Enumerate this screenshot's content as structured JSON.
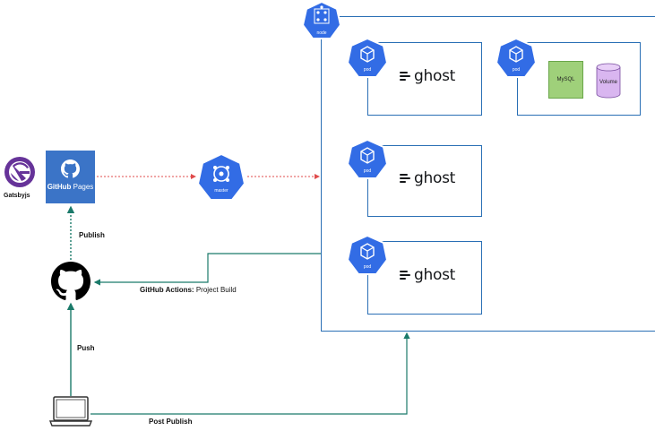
{
  "gatsby": {
    "label": "Gatsbyjs"
  },
  "github_pages": {
    "label_bold": "GitHub",
    "label_light": "Pages"
  },
  "master": {
    "label": "master"
  },
  "node": {
    "label": "node"
  },
  "pods": [
    {
      "label": "pod",
      "app": "ghost"
    },
    {
      "label": "pod",
      "app": "ghost"
    },
    {
      "label": "pod",
      "app": "ghost"
    },
    {
      "label": "pod"
    }
  ],
  "db_pod": {
    "mysql": "MySQL",
    "volume": "Volume"
  },
  "edges": {
    "publish": "Publish",
    "push": "Push",
    "post_publish": "Post Publish",
    "actions_bold": "GitHub Actions:",
    "actions_rest": " Project Build"
  },
  "colors": {
    "k8s_blue": "#326ce5",
    "box_border": "#2a6fb5",
    "teal_line": "#1b7a6a",
    "red_dash": "#e04b4b",
    "mysql_green": "#9fd07a",
    "volume_purple": "#d9b6f0",
    "github_pages_blue": "#3b74c7",
    "gatsby_purple": "#663399"
  }
}
